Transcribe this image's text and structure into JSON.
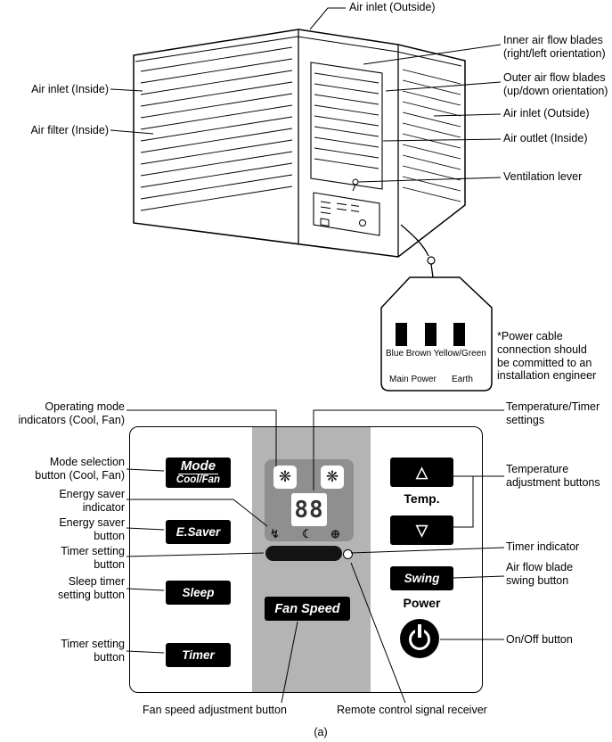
{
  "unit": {
    "top_label": "Air inlet (Outside)",
    "left_labels": [
      "Air inlet (Inside)",
      "Air filter (Inside)"
    ],
    "right_labels": [
      "Inner air flow blades\n(right/left orientation)",
      "Outer air flow blades\n(up/down orientation)",
      "Air inlet (Outside)",
      "Air outlet (Inside)",
      "Ventilation lever"
    ]
  },
  "plug": {
    "wires": "Blue Brown Yellow/Green",
    "main_power": "Main Power",
    "earth": "Earth",
    "note": "*Power cable\nconnection should\nbe committed to an\ninstallation engineer"
  },
  "panel": {
    "left_labels": [
      "Operating mode\nindicators (Cool, Fan)",
      "Mode selection\nbutton (Cool, Fan)",
      "Energy saver\nindicator",
      "Energy saver\nbutton",
      "Timer setting\nbutton",
      "Sleep timer\nsetting button",
      "Timer setting\nbutton"
    ],
    "right_labels": [
      "Temperature/Timer\nsettings",
      "Temperature\nadjustment buttons",
      "Timer indicator",
      "Air flow blade\nswing button",
      "On/Off button"
    ],
    "bottom_labels": [
      "Fan speed adjustment button",
      "Remote control signal receiver"
    ],
    "buttons": {
      "mode_top": "Mode",
      "mode_bottom": "Cool/Fan",
      "esaver": "E.Saver",
      "sleep": "Sleep",
      "timer": "Timer",
      "fan_speed": "Fan Speed",
      "temp_up": "△",
      "temp": "Temp.",
      "temp_down": "▽",
      "swing": "Swing",
      "power": "Power"
    },
    "display": {
      "cool_icon": "❋",
      "fan_icon": "❋",
      "value": "88",
      "esaver_icon": "↯",
      "sleep_icon": "☾",
      "timer_icon": "⊕"
    }
  },
  "caption": "(a)"
}
